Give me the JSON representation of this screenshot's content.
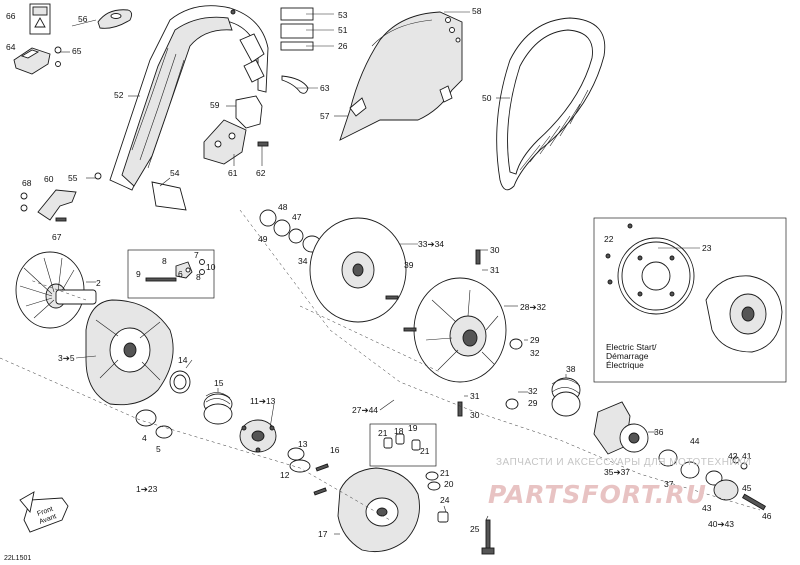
{
  "diagram_id": "22L1501",
  "electric_start_note": [
    "Electric Start/",
    "Démarrage",
    "Électrique"
  ],
  "front_arrow_lines": [
    "Front",
    "Avant"
  ],
  "watermark": {
    "line": "ЗАПЧАСТИ И АКСЕССУАРЫ ДЛЯ МОТОТЕХНИКИ",
    "logo": "PARTSFORT.RU"
  },
  "callouts": [
    {
      "id": "c66",
      "text": "66"
    },
    {
      "id": "c56",
      "text": "56"
    },
    {
      "id": "c53",
      "text": "53"
    },
    {
      "id": "c51",
      "text": "51"
    },
    {
      "id": "c26",
      "text": "26"
    },
    {
      "id": "c64",
      "text": "64"
    },
    {
      "id": "c65",
      "text": "65"
    },
    {
      "id": "c52",
      "text": "52"
    },
    {
      "id": "c63",
      "text": "63"
    },
    {
      "id": "c59",
      "text": "59"
    },
    {
      "id": "c57",
      "text": "57"
    },
    {
      "id": "c58",
      "text": "58"
    },
    {
      "id": "c50",
      "text": "50"
    },
    {
      "id": "c55",
      "text": "55"
    },
    {
      "id": "c54",
      "text": "54"
    },
    {
      "id": "c61",
      "text": "61"
    },
    {
      "id": "c62",
      "text": "62"
    },
    {
      "id": "c68",
      "text": "68"
    },
    {
      "id": "c60",
      "text": "60"
    },
    {
      "id": "c67",
      "text": "67"
    },
    {
      "id": "c48",
      "text": "48"
    },
    {
      "id": "c47",
      "text": "47"
    },
    {
      "id": "c49",
      "text": "49"
    },
    {
      "id": "c34",
      "text": "34"
    },
    {
      "id": "c3334",
      "text": "33➔34"
    },
    {
      "id": "c30a",
      "text": "30"
    },
    {
      "id": "c39",
      "text": "39"
    },
    {
      "id": "c31a",
      "text": "31"
    },
    {
      "id": "c2832",
      "text": "28➔32"
    },
    {
      "id": "c29a",
      "text": "29"
    },
    {
      "id": "c32a",
      "text": "32"
    },
    {
      "id": "c22",
      "text": "22"
    },
    {
      "id": "c23",
      "text": "23"
    },
    {
      "id": "c2",
      "text": "2"
    },
    {
      "id": "c9",
      "text": "9"
    },
    {
      "id": "c8a",
      "text": "8"
    },
    {
      "id": "c7",
      "text": "7"
    },
    {
      "id": "c6",
      "text": "6"
    },
    {
      "id": "c8b",
      "text": "8"
    },
    {
      "id": "c10",
      "text": "10"
    },
    {
      "id": "c35",
      "text": "3➔5"
    },
    {
      "id": "c14",
      "text": "14"
    },
    {
      "id": "c15",
      "text": "15"
    },
    {
      "id": "c1113",
      "text": "11➔13"
    },
    {
      "id": "c2744",
      "text": "27➔44"
    },
    {
      "id": "c31b",
      "text": "31"
    },
    {
      "id": "c30b",
      "text": "30"
    },
    {
      "id": "c32b",
      "text": "32"
    },
    {
      "id": "c29b",
      "text": "29"
    },
    {
      "id": "c38",
      "text": "38"
    },
    {
      "id": "c36",
      "text": "36"
    },
    {
      "id": "c3537",
      "text": "35➔37"
    },
    {
      "id": "c4",
      "text": "4"
    },
    {
      "id": "c5",
      "text": "5"
    },
    {
      "id": "c13",
      "text": "13"
    },
    {
      "id": "c12",
      "text": "12"
    },
    {
      "id": "c16",
      "text": "16"
    },
    {
      "id": "c21a",
      "text": "21"
    },
    {
      "id": "c18",
      "text": "18"
    },
    {
      "id": "c19",
      "text": "19"
    },
    {
      "id": "c21b",
      "text": "21"
    },
    {
      "id": "c21c",
      "text": "21"
    },
    {
      "id": "c20",
      "text": "20"
    },
    {
      "id": "c44",
      "text": "44"
    },
    {
      "id": "c42",
      "text": "42"
    },
    {
      "id": "c41",
      "text": "41"
    },
    {
      "id": "c37",
      "text": "37"
    },
    {
      "id": "c45",
      "text": "45"
    },
    {
      "id": "c43",
      "text": "43"
    },
    {
      "id": "c46",
      "text": "46"
    },
    {
      "id": "c4043",
      "text": "40➔43"
    },
    {
      "id": "c123",
      "text": "1➔23"
    },
    {
      "id": "c24",
      "text": "24"
    },
    {
      "id": "c25",
      "text": "25"
    },
    {
      "id": "c17",
      "text": "17"
    }
  ]
}
